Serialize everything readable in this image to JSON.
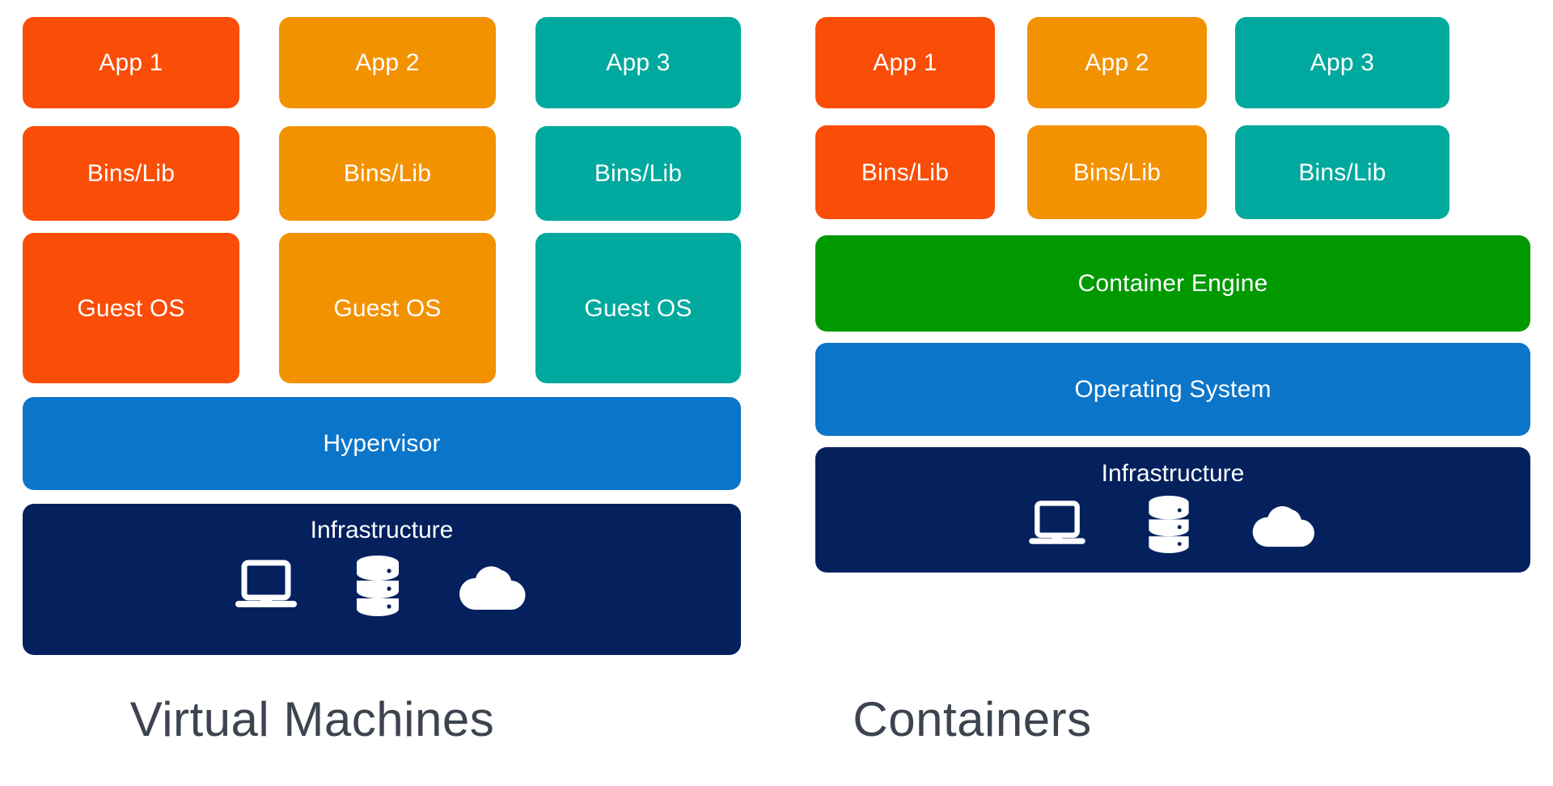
{
  "diagram": {
    "title_left": "Virtual Machines",
    "title_right": "Containers",
    "colors": {
      "app1": "#FA4D07",
      "app2": "#F39200",
      "app3": "#00A99D",
      "engine_green": "#009900",
      "os_blue": "#0B75C9",
      "infra_navy": "#04215E",
      "title_text": "#3d4450",
      "background": "#FFFFFF"
    },
    "left_panel": {
      "name": "Virtual Machines",
      "columns": [
        {
          "app": "App 1",
          "bins": "Bins/Lib",
          "guest": "Guest OS",
          "color": "#FA4D07"
        },
        {
          "app": "App 2",
          "bins": "Bins/Lib",
          "guest": "Guest OS",
          "color": "#F39200"
        },
        {
          "app": "App 3",
          "bins": "Bins/Lib",
          "guest": "Guest OS",
          "color": "#00A99D"
        }
      ],
      "hypervisor": "Hypervisor",
      "infrastructure": "Infrastructure",
      "infrastructure_icons": [
        "laptop-icon",
        "database-icon",
        "cloud-icon"
      ]
    },
    "right_panel": {
      "name": "Containers",
      "columns": [
        {
          "app": "App 1",
          "bins": "Bins/Lib",
          "color": "#FA4D07"
        },
        {
          "app": "App 2",
          "bins": "Bins/Lib",
          "color": "#F39200"
        },
        {
          "app": "App 3",
          "bins": "Bins/Lib",
          "color": "#00A99D"
        }
      ],
      "container_engine": "Container Engine",
      "operating_system": "Operating System",
      "infrastructure": "Infrastructure",
      "infrastructure_icons": [
        "laptop-icon",
        "database-icon",
        "cloud-icon"
      ]
    }
  }
}
